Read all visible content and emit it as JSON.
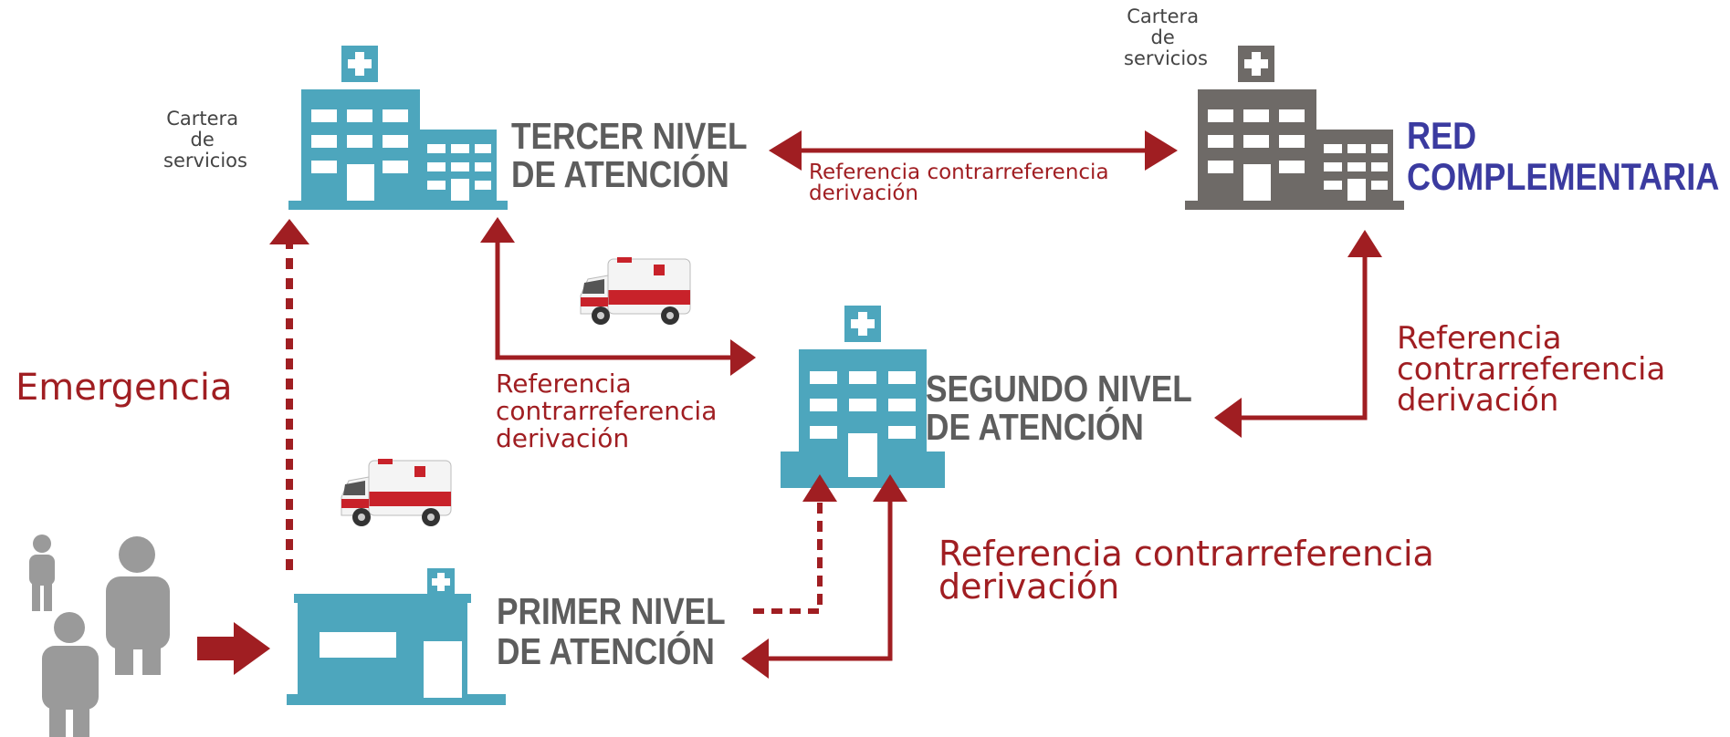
{
  "colors": {
    "hospital": "#4da6bd",
    "hospital_gray": "#6e6a67",
    "arrow": "#a01e22",
    "level_text": "#5d5d5d",
    "red_text": "#3b3ba0",
    "people": "#9a9a9a"
  },
  "icons": {
    "hospital": "hospital-icon",
    "clinic": "clinic-icon",
    "ambulance": "ambulance-icon",
    "people": "people-icon"
  },
  "cartera_left": [
    "Cartera",
    "de",
    "servicios"
  ],
  "cartera_right": [
    "Cartera",
    "de",
    "servicios"
  ],
  "tercer_nivel": [
    "TERCER NIVEL",
    "DE ATENCIÓN"
  ],
  "red_complementaria": [
    "RED",
    "COMPLEMENTARIA"
  ],
  "segundo_nivel": [
    "SEGUNDO NIVEL",
    "DE ATENCIÓN"
  ],
  "primer_nivel": [
    "PRIMER NIVEL",
    "DE ATENCIÓN"
  ],
  "emergencia": "Emergencia",
  "ref_top": [
    "Referencia contrarreferencia",
    "derivación"
  ],
  "ref_middle": [
    "Referencia",
    "contrarreferencia",
    "derivación"
  ],
  "ref_right": [
    "Referencia",
    "contrarreferencia",
    "derivación"
  ],
  "ref_bottom": [
    "Referencia contrarreferencia",
    "derivación"
  ]
}
